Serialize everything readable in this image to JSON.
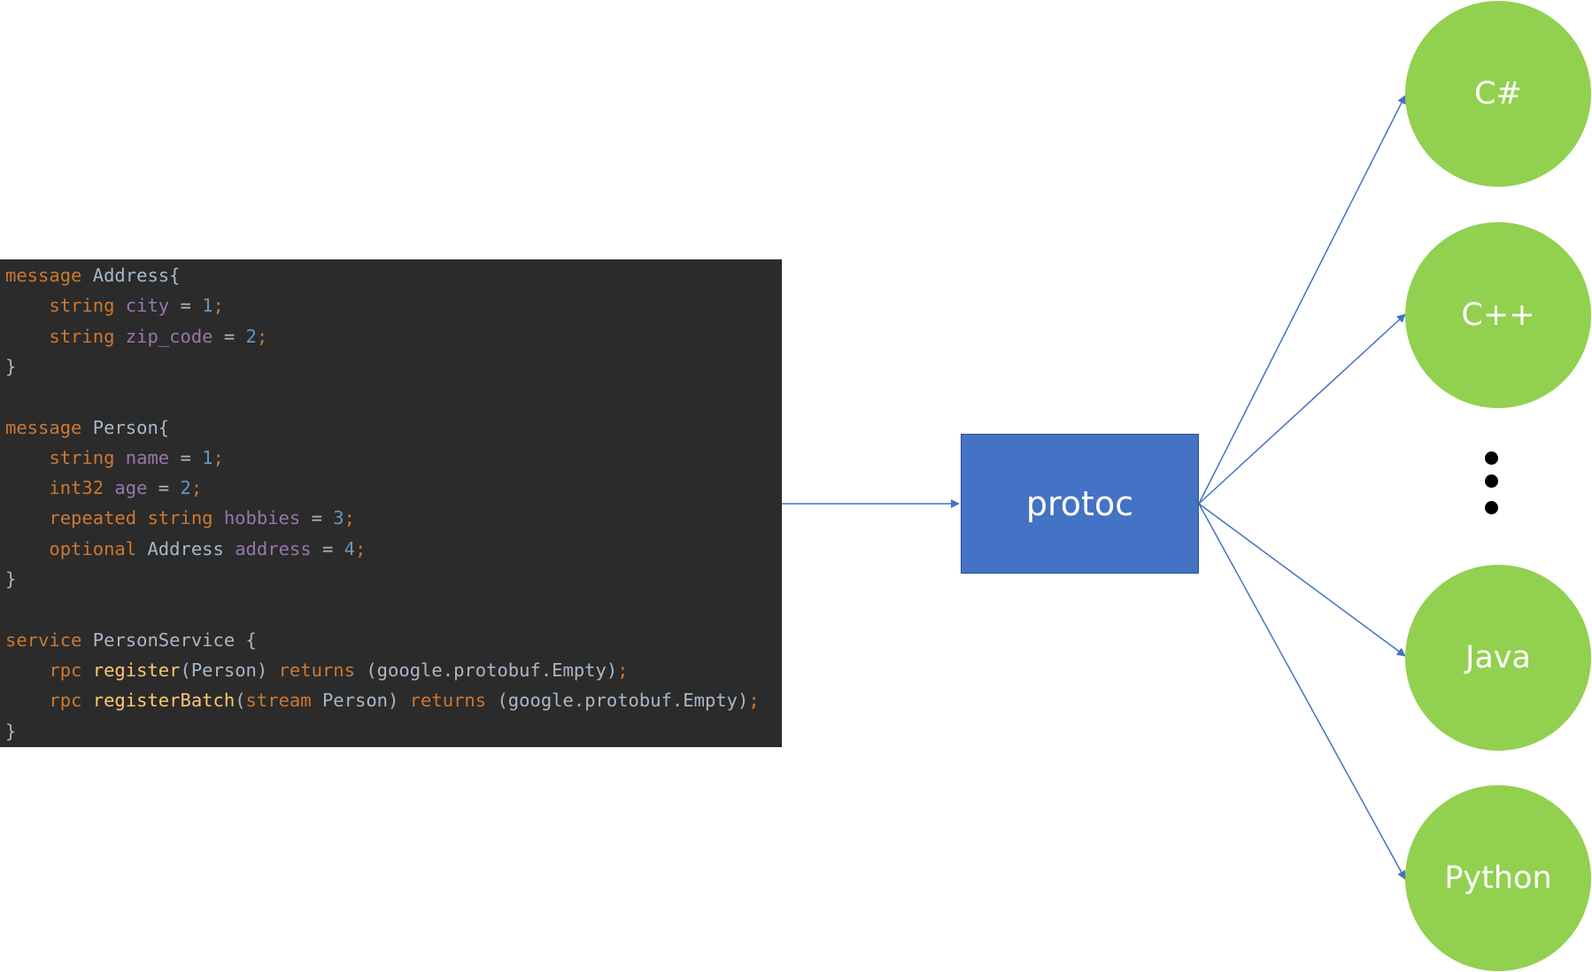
{
  "code_panel": {
    "lines": [
      [
        {
          "t": "message",
          "c": "kw"
        },
        {
          "t": " Address{",
          "c": "plain"
        }
      ],
      [
        {
          "t": "    string",
          "c": "kw"
        },
        {
          "t": " city",
          "c": "field"
        },
        {
          "t": " = ",
          "c": "plain"
        },
        {
          "t": "1",
          "c": "num"
        },
        {
          "t": ";",
          "c": "punct"
        }
      ],
      [
        {
          "t": "    string",
          "c": "kw"
        },
        {
          "t": " zip_code",
          "c": "field"
        },
        {
          "t": " = ",
          "c": "plain"
        },
        {
          "t": "2",
          "c": "num"
        },
        {
          "t": ";",
          "c": "punct"
        }
      ],
      [
        {
          "t": "}",
          "c": "plain"
        }
      ],
      [],
      [
        {
          "t": "message",
          "c": "kw"
        },
        {
          "t": " Person{",
          "c": "plain"
        }
      ],
      [
        {
          "t": "    string",
          "c": "kw"
        },
        {
          "t": " name",
          "c": "field"
        },
        {
          "t": " = ",
          "c": "plain"
        },
        {
          "t": "1",
          "c": "num"
        },
        {
          "t": ";",
          "c": "punct"
        }
      ],
      [
        {
          "t": "    int32",
          "c": "kw"
        },
        {
          "t": " age",
          "c": "field"
        },
        {
          "t": " = ",
          "c": "plain"
        },
        {
          "t": "2",
          "c": "num"
        },
        {
          "t": ";",
          "c": "punct"
        }
      ],
      [
        {
          "t": "    repeated string",
          "c": "kw"
        },
        {
          "t": " hobbies",
          "c": "field"
        },
        {
          "t": " = ",
          "c": "plain"
        },
        {
          "t": "3",
          "c": "num"
        },
        {
          "t": ";",
          "c": "punct"
        }
      ],
      [
        {
          "t": "    optional",
          "c": "kw"
        },
        {
          "t": " Address",
          "c": "plain"
        },
        {
          "t": " address",
          "c": "field"
        },
        {
          "t": " = ",
          "c": "plain"
        },
        {
          "t": "4",
          "c": "num"
        },
        {
          "t": ";",
          "c": "punct"
        }
      ],
      [
        {
          "t": "}",
          "c": "plain"
        }
      ],
      [],
      [
        {
          "t": "service",
          "c": "kw"
        },
        {
          "t": " PersonService {",
          "c": "plain"
        }
      ],
      [
        {
          "t": "    rpc ",
          "c": "kw"
        },
        {
          "t": "register",
          "c": "method hl"
        },
        {
          "t": "(Person) ",
          "c": "plain"
        },
        {
          "t": "returns",
          "c": "kw"
        },
        {
          "t": " (google.protobuf.Empty)",
          "c": "plain"
        },
        {
          "t": ";",
          "c": "punct"
        }
      ],
      [
        {
          "t": "    rpc ",
          "c": "kw"
        },
        {
          "t": "registerBatch",
          "c": "method hl"
        },
        {
          "t": "(",
          "c": "plain"
        },
        {
          "t": "stream",
          "c": "kw"
        },
        {
          "t": " Person) ",
          "c": "plain"
        },
        {
          "t": "returns",
          "c": "kw"
        },
        {
          "t": " (google.protobuf.Empty)",
          "c": "plain"
        },
        {
          "t": ";",
          "c": "punct"
        }
      ],
      [
        {
          "t": "}",
          "c": "plain"
        }
      ]
    ]
  },
  "compiler": {
    "label": "protoc"
  },
  "targets": [
    {
      "label": "C#"
    },
    {
      "label": "C++"
    },
    {
      "label": "Java"
    },
    {
      "label": "Python"
    }
  ],
  "colors": {
    "code_bg": "#2b2b2b",
    "compiler_fill": "#4472c4",
    "target_fill": "#92d050",
    "arrow": "#4472c4"
  }
}
